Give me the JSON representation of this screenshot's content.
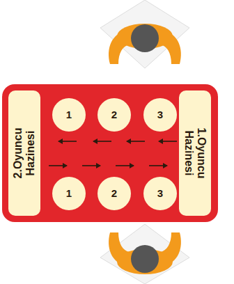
{
  "diagram": {
    "nodes": [
      {
        "text": [
          "2.Oyuncu Hazinesi"
        ]
      },
      {
        "text": [
          "1"
        ]
      },
      {
        "text": [
          "2"
        ]
      },
      {
        "text": [
          "3"
        ]
      },
      {
        "text": [
          "1.Oyuncu Hazinesi"
        ]
      },
      {
        "text": [
          "1"
        ]
      },
      {
        "text": [
          "2"
        ]
      },
      {
        "text": [
          "3"
        ]
      }
    ]
  }
}
